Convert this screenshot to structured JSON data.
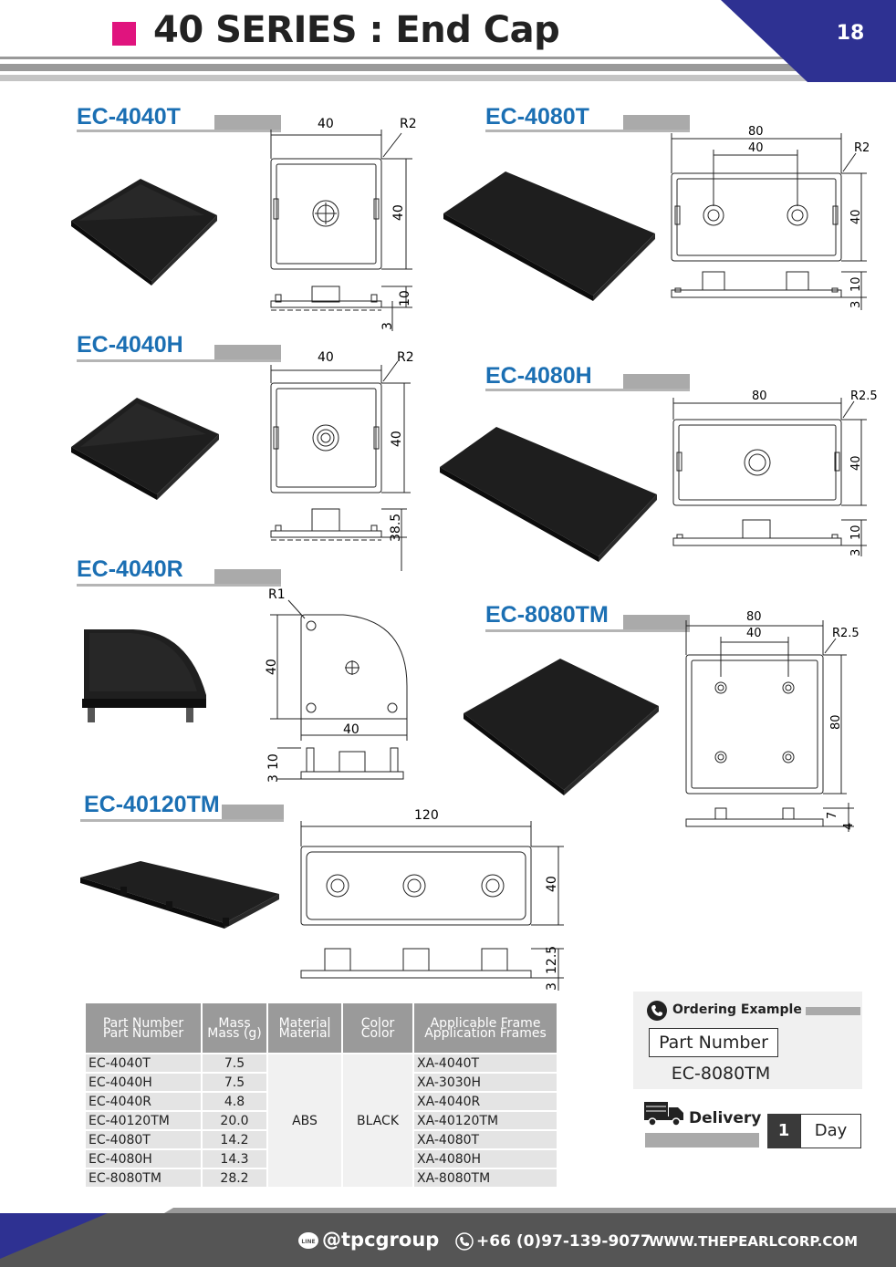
{
  "header": {
    "title": "40 SERIES : End Cap",
    "page_number": "18",
    "accent_color": "#e0147e",
    "title_color": "#1b6fb3",
    "band_color": "#2e3192"
  },
  "parts": {
    "ec4040t": {
      "name": "EC-4040T",
      "dim_w": "40",
      "dim_r": "R2",
      "dim_h": "40",
      "dim_t1": "10",
      "dim_t2": "3"
    },
    "ec4040h": {
      "name": "EC-4040H",
      "dim_w": "40",
      "dim_r": "R2",
      "dim_h": "40",
      "dim_t1": "38.5"
    },
    "ec4040r": {
      "name": "EC-4040R",
      "dim_r": "R1",
      "dim_h": "40",
      "dim_w": "40",
      "dim_t1": "10",
      "dim_t2": "3"
    },
    "ec40120tm": {
      "name": "EC-40120TM",
      "dim_w": "120",
      "dim_h": "40",
      "dim_t1": "12.5",
      "dim_t2": "3"
    },
    "ec4080t": {
      "name": "EC-4080T",
      "dim_w": "80",
      "dim_p": "40",
      "dim_r": "R2",
      "dim_h": "40",
      "dim_t1": "10",
      "dim_t2": "3"
    },
    "ec4080h": {
      "name": "EC-4080H",
      "dim_w": "80",
      "dim_r": "R2.5",
      "dim_h": "40",
      "dim_t1": "10",
      "dim_t2": "3"
    },
    "ec8080tm": {
      "name": "EC-8080TM",
      "dim_w": "80",
      "dim_p": "40",
      "dim_r": "R2.5",
      "dim_h": "80",
      "dim_t1": "7",
      "dim_t2": "4"
    }
  },
  "table": {
    "headers": {
      "part_ghost": "Part Number",
      "part": "Part Number",
      "mass_ghost": "Mass",
      "mass": "Mass (g)",
      "material_ghost": "Material",
      "material": "Material",
      "color_ghost": "Color",
      "color": "Color",
      "frame_ghost": "Applicable Frame",
      "frame": "Application Frames"
    },
    "material": "ABS",
    "color": "BLACK",
    "rows": [
      {
        "part": "EC-4040T",
        "mass": "7.5",
        "frame": "XA-4040T"
      },
      {
        "part": "EC-4040H",
        "mass": "7.5",
        "frame": "XA-3030H"
      },
      {
        "part": "EC-4040R",
        "mass": "4.8",
        "frame": "XA-4040R"
      },
      {
        "part": "EC-40120TM",
        "mass": "20.0",
        "frame": "XA-40120TM"
      },
      {
        "part": "EC-4080T",
        "mass": "14.2",
        "frame": "XA-4080T"
      },
      {
        "part": "EC-4080H",
        "mass": "14.3",
        "frame": "XA-4080H"
      },
      {
        "part": "EC-8080TM",
        "mass": "28.2",
        "frame": "XA-8080TM"
      }
    ]
  },
  "ordering": {
    "heading": "Ordering  Example",
    "label": "Part Number",
    "value": "EC-8080TM",
    "delivery_label": "Delivery",
    "delivery_number": "1",
    "delivery_unit": "Day"
  },
  "footer": {
    "line_badge": "LINE",
    "line_id": "@tpcgroup",
    "phone": "+66 (0)97-139-9077",
    "website": "WWW.THEPEARLCORP.COM",
    "bg_color": "#555555"
  }
}
